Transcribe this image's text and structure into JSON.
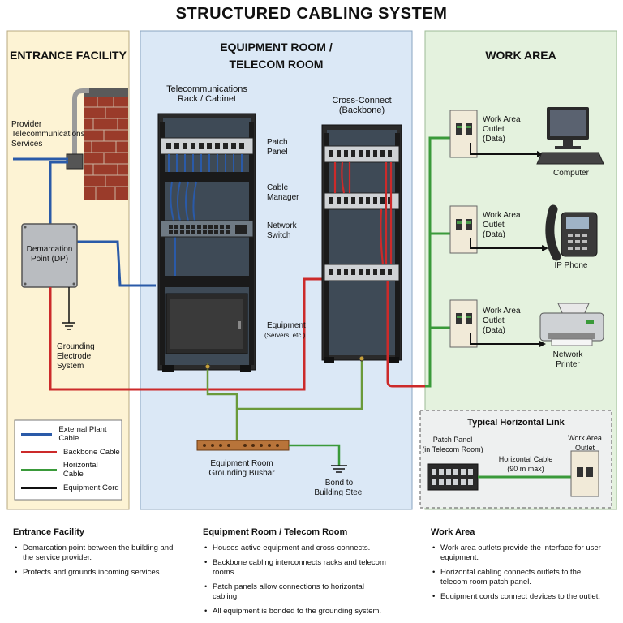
{
  "title": "STRUCTURED CABLING SYSTEM",
  "colors": {
    "external": "#2a5aa8",
    "backbone": "#cc2a2a",
    "horizontal": "#3a9a3a",
    "equipment": "#111111",
    "entrance_bg": "#fdf3d4",
    "equipment_bg": "#dbe8f6",
    "work_bg": "#e4f2de"
  },
  "zones": {
    "entrance": "ENTRANCE FACILITY",
    "equipment_room": "EQUIPMENT ROOM /\nTELECOM ROOM",
    "work_area": "WORK AREA"
  },
  "labels": {
    "provider": "Provider\nTelecommunications\nServices",
    "demarc": "Demarcation\nPoint (DP)",
    "grounding_electrode": "Grounding\nElectrode\nSystem",
    "rack": "Telecommunications\nRack / Cabinet",
    "patch_panel": "Patch\nPanel",
    "cable_manager": "Cable\nManager",
    "network_switch": "Network\nSwitch",
    "equipment": "Equipment",
    "equipment_sub": "(Servers, etc.)",
    "cross_connect": "Cross-Connect\n(Backbone)",
    "busbar": "Equipment Room\nGrounding Busbar",
    "bond": "Bond to\nBuilding Steel",
    "outlet": "Work Area\nOutlet\n(Data)",
    "computer": "Computer",
    "ip_phone": "IP Phone",
    "printer": "Network\nPrinter"
  },
  "typical_link": {
    "title": "Typical Horizontal Link",
    "patch_panel": "Patch Panel\n(in Telecom Room)",
    "cable": "Horizontal Cable\n(90 m max)",
    "outlet": "Work Area\nOutlet"
  },
  "legend": [
    {
      "label": "External Plant Cable",
      "color": "#2a5aa8"
    },
    {
      "label": "Backbone Cable",
      "color": "#cc2a2a"
    },
    {
      "label": "Horizontal Cable",
      "color": "#3a9a3a"
    },
    {
      "label": "Equipment Cord",
      "color": "#111111"
    }
  ],
  "footer": {
    "entrance": {
      "title": "Entrance Facility",
      "bullets": [
        "Demarcation point between the building and the service provider.",
        "Protects and grounds incoming services."
      ]
    },
    "equipment": {
      "title": "Equipment Room / Telecom Room",
      "bullets": [
        "Houses active equipment and cross-connects.",
        "Backbone cabling interconnects racks and telecom rooms.",
        "Patch panels allow connections to horizontal cabling.",
        "All equipment is bonded to the grounding system."
      ]
    },
    "work": {
      "title": "Work Area",
      "bullets": [
        "Work area outlets provide the interface for user equipment.",
        "Horizontal cabling connects outlets to the telecom room patch panel.",
        "Equipment cords connect devices to the outlet."
      ]
    }
  }
}
